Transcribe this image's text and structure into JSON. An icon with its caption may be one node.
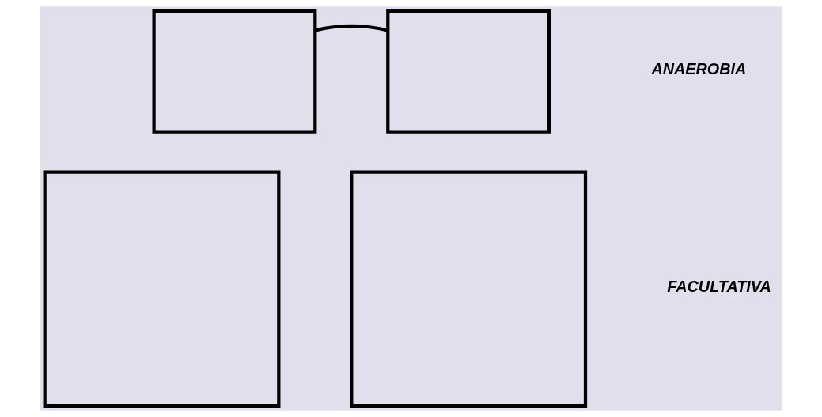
{
  "diagram": {
    "nodes": [
      {
        "text": [],
        "shape": "box"
      },
      {
        "text": [],
        "shape": "box"
      },
      {
        "text": [],
        "shape": "box"
      },
      {
        "text": [],
        "shape": "box"
      }
    ],
    "edges": [
      {
        "from": 0,
        "to": 1,
        "arrow": "none"
      }
    ],
    "labels": [
      "ANAEROBIA",
      "FACULTATIVA"
    ]
  }
}
